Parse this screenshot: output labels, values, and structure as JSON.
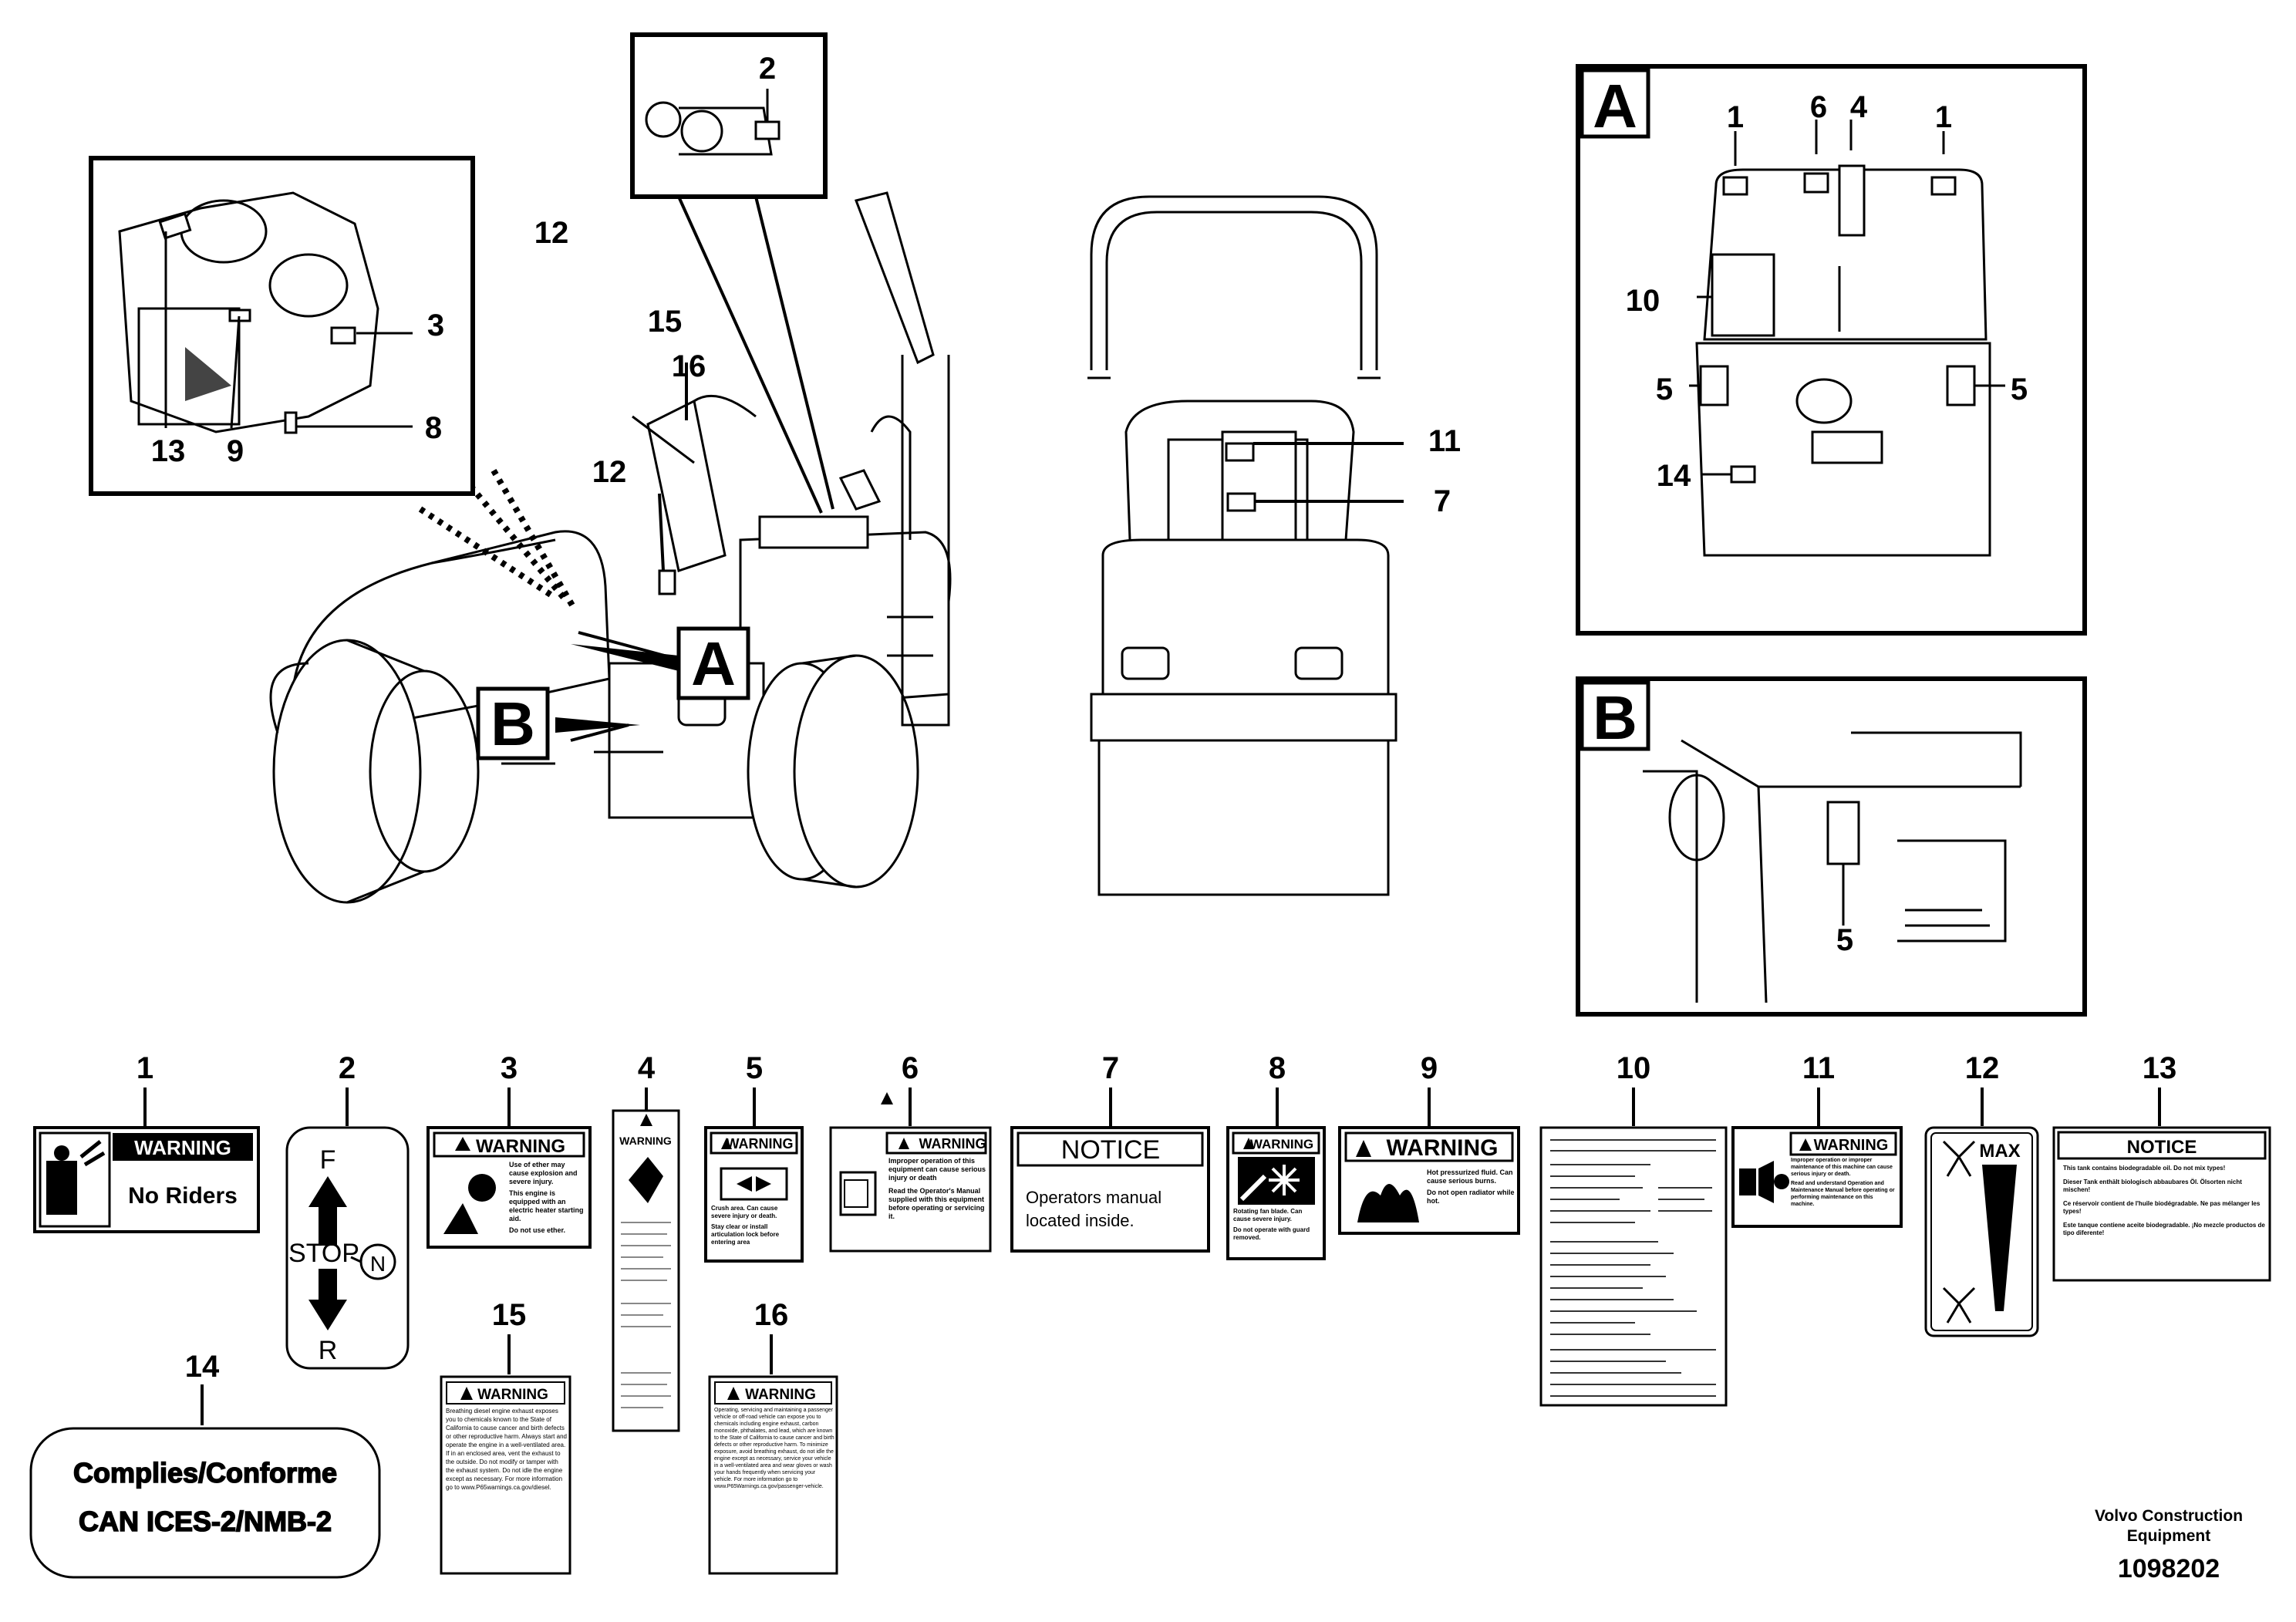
{
  "detail_boxes": {
    "A": "A",
    "B": "B"
  },
  "callout_numbers": {
    "n1": "1",
    "n2": "2",
    "n3": "3",
    "n4": "4",
    "n5": "5",
    "n6": "6",
    "n7": "7",
    "n8": "8",
    "n9": "9",
    "n10": "10",
    "n11": "11",
    "n12": "12",
    "n13": "13",
    "n14": "14",
    "n15": "15",
    "n16": "16"
  },
  "decals": {
    "d1": {
      "number": "1",
      "header": "WARNING",
      "text": "No Riders"
    },
    "d2": {
      "number": "2",
      "forward": "F",
      "stop": "STOP",
      "neutral": "N",
      "reverse": "R"
    },
    "d3": {
      "number": "3",
      "header": "WARNING",
      "line1": "Use of ether may cause explosion and severe injury.",
      "line2": "This engine is equipped with an electric heater starting aid.",
      "line3": "Do not use ether."
    },
    "d4": {
      "number": "4",
      "header": "WARNING"
    },
    "d5": {
      "number": "5",
      "header": "WARNING",
      "line1": "Crush area. Can cause severe injury or death.",
      "line2": "Stay clear or install articulation lock before entering area"
    },
    "d6": {
      "number": "6",
      "header": "WARNING",
      "line1": "Improper operation of this equipment can cause serious injury or death",
      "line2": "Read the Operator's Manual supplied with this equipment before operating or servicing it."
    },
    "d7": {
      "number": "7",
      "header": "NOTICE",
      "line1": "Operators manual",
      "line2": "located inside."
    },
    "d8": {
      "number": "8",
      "header": "WARNING",
      "line1": "Rotating fan blade. Can cause severe injury.",
      "line2": "Do not operate with guard removed."
    },
    "d9": {
      "number": "9",
      "header": "WARNING",
      "line1": "Hot pressurized fluid. Can cause serious burns.",
      "line2": "Do not open radiator while hot."
    },
    "d10": {
      "number": "10"
    },
    "d11": {
      "number": "11",
      "header": "WARNING",
      "line1": "Improper operation or improper maintenance of this machine can cause serious injury or death.",
      "line2": "Read and understand Operation and Maintenance Manual before operating or performing maintenance on this machine."
    },
    "d12": {
      "number": "12",
      "max": "MAX"
    },
    "d13": {
      "number": "13",
      "header": "NOTICE",
      "line1": "This tank contains biodegradable oil. Do not mix types!",
      "line2": "Dieser Tank enthält biologisch abbaubares Öl. Ölsorten nicht mischen!",
      "line3": "Ce réservoir contient de l'huile biodégradable. Ne pas mélanger les types!",
      "line4": "Este tanque contiene aceite biodegradable. ¡No mezcle productos de tipo diferente!"
    },
    "d14": {
      "number": "14",
      "line1": "Complies/Conforme",
      "line2": "CAN ICES-2/NMB-2"
    },
    "d15": {
      "number": "15",
      "header": "WARNING",
      "text": "Breathing diesel engine exhaust exposes you to chemicals known to the State of California to cause cancer and birth defects or other reproductive harm. Always start and operate the engine in a well-ventilated area. If in an enclosed area, vent the exhaust to the outside. Do not modify or tamper with the exhaust system. Do not idle the engine except as necessary. For more information go to www.P65warnings.ca.gov/diesel."
    },
    "d16": {
      "number": "16",
      "header": "WARNING",
      "text": "Operating, servicing and maintaining a passenger vehicle or off-road vehicle can expose you to chemicals including engine exhaust, carbon monoxide, phthalates, and lead, which are known to the State of California to cause cancer and birth defects or other reproductive harm. To minimize exposure, avoid breathing exhaust, do not idle the engine except as necessary, service your vehicle in a well-ventilated area and wear gloves or wash your hands frequently when servicing your vehicle. For more information go to www.P65Warnings.ca.gov/passenger-vehicle."
    }
  },
  "footer": {
    "company_line1": "Volvo Construction",
    "company_line2": "Equipment",
    "drawing_number": "1098202"
  }
}
